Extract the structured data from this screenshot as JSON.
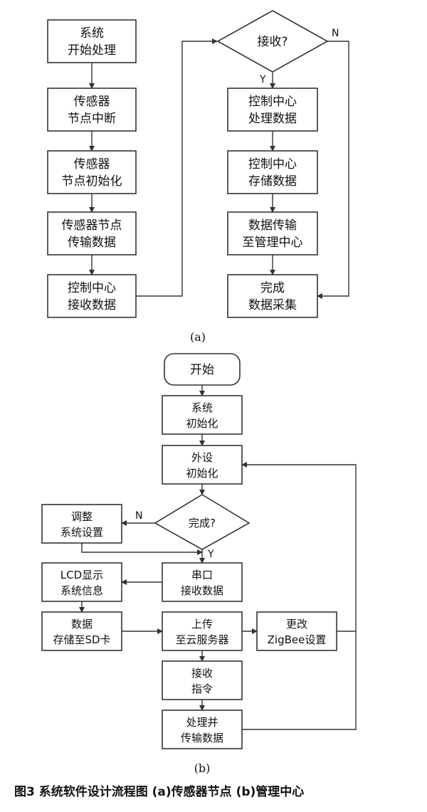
{
  "diagram_a": {
    "left_column": [
      [
        "系统",
        "开始处理"
      ],
      [
        "传感器",
        "节点中断"
      ],
      [
        "传感器",
        "节点初始化"
      ],
      [
        "传感器节点",
        "传输数据"
      ],
      [
        "控制中心",
        "接收数据"
      ]
    ],
    "decision": "接收?",
    "yes_label": "Y",
    "no_label": "N",
    "right_column": [
      [
        "控制中心",
        "处理数据"
      ],
      [
        "控制中心",
        "存储数据"
      ],
      [
        "数据传输",
        "至管理中心"
      ],
      [
        "完成",
        "数据采集"
      ]
    ],
    "caption": "(a)"
  },
  "diagram_b": {
    "start": "开始",
    "sys_init": [
      "系统",
      "初始化"
    ],
    "periph_init": [
      "外设",
      "初始化"
    ],
    "decision": "完成?",
    "no_label": "N",
    "yes_label": "Y",
    "adjust": [
      "调整",
      "系统设置"
    ],
    "serial": [
      "串口",
      "接收数据"
    ],
    "lcd": [
      "LCD显示",
      "系统信息"
    ],
    "store": [
      "数据",
      "存储至SD卡"
    ],
    "upload": [
      "上传",
      "至云服务器"
    ],
    "zigbee": [
      "更改",
      "ZigBee设置"
    ],
    "recv_cmd": [
      "接收",
      "指令"
    ],
    "process": [
      "处理并",
      "传输数据"
    ],
    "caption": "(b)"
  },
  "figure_caption": "图3   系统软件设计流程图 (a)传感器节点 (b)管理中心"
}
